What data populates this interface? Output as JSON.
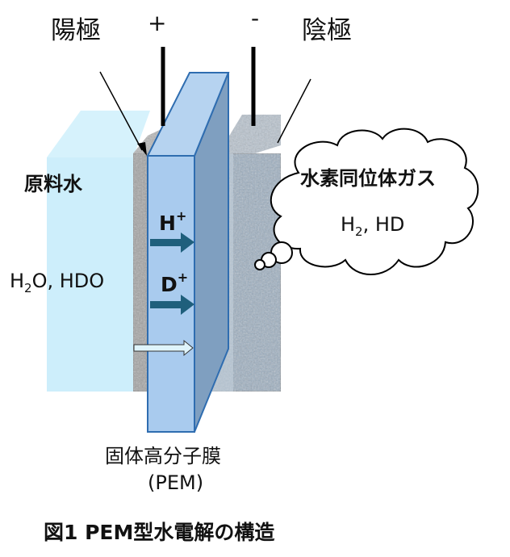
{
  "labels": {
    "anode": "陽極",
    "anode_sign": "+",
    "cathode_sign": "-",
    "cathode": "陰極",
    "feed_water": "原料水",
    "feed_water_species": {
      "main": "H",
      "sub": "2",
      "rest": "O, HDO"
    },
    "proton": {
      "main": "H",
      "sup": "+"
    },
    "deuteron": {
      "main": "D",
      "sup": "+"
    },
    "gas_title": "水素同位体ガス",
    "gas_species": {
      "main": "H",
      "sub": "2",
      "rest": ", HD"
    },
    "membrane": "固体高分子膜",
    "membrane_abbr": "(PEM)",
    "caption": "図1 PEM型水電解の構造"
  },
  "colors": {
    "water": "#cdeefb",
    "membrane_front": "#a9cbee",
    "membrane_side": "#7f9fc0",
    "membrane_edge": "#2f6db0",
    "arrow": "#1f5f7c",
    "electrode_gray": "#9a9a9a",
    "cathode_blue_gray": "#8ea3b7"
  }
}
